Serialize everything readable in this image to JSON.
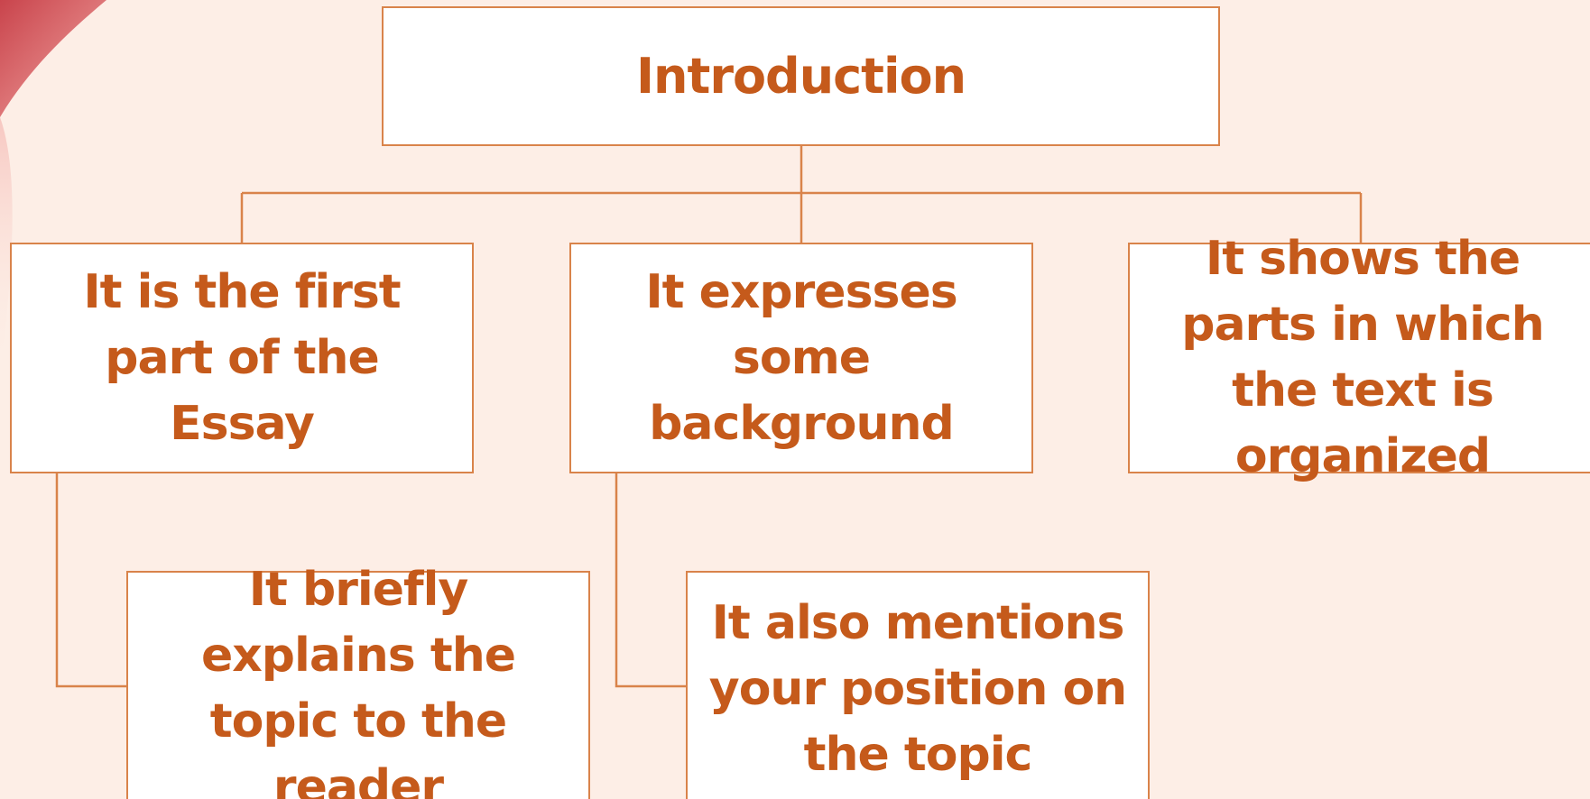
{
  "diagram": {
    "root": {
      "label": "Introduction"
    },
    "children": [
      {
        "id": "first-part",
        "label": "It is the first part of the Essay"
      },
      {
        "id": "background",
        "label": "It expresses some background"
      },
      {
        "id": "parts",
        "label": "It shows the parts in which the text is organized"
      }
    ],
    "sub_children": [
      {
        "id": "explains-topic",
        "parent": "first-part",
        "label": "It briefly explains the topic to the reader"
      },
      {
        "id": "position",
        "parent": "background",
        "label": "It also mentions your position on the topic"
      }
    ]
  },
  "colors": {
    "box_border": "#d9834a",
    "text": "#c55a1b",
    "background": "#fdeee6",
    "box_fill": "#ffffff",
    "connector": "#d9834a"
  }
}
